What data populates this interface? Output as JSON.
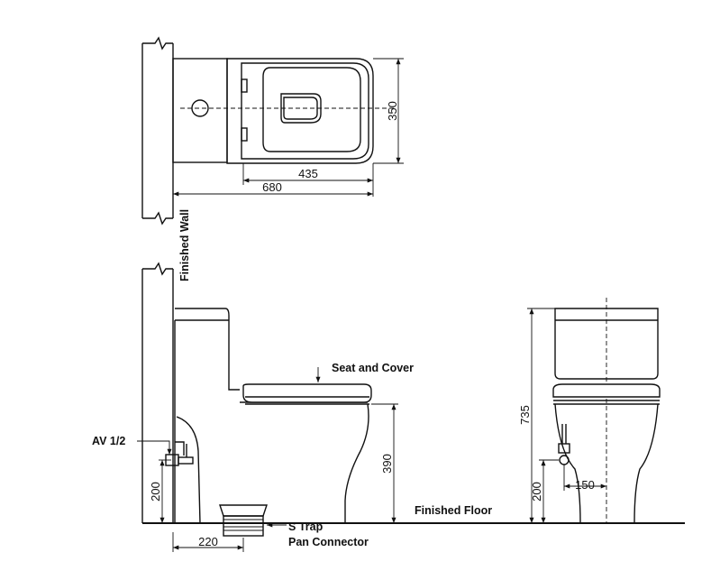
{
  "labels": {
    "finished_wall": "Finished Wall",
    "finished_floor": "Finished Floor",
    "seat_and_cover": "Seat and Cover",
    "av": "AV 1/2",
    "s_trap": "S Trap",
    "pan_connector": "Pan Connector"
  },
  "dimensions": {
    "seat_width": "350",
    "seat_depth": "435",
    "overall_depth": "680",
    "overall_height": "735",
    "seat_height": "390",
    "av_height_side": "200",
    "av_height_front": "200",
    "outlet_offset": "220",
    "av_offset": "150"
  }
}
